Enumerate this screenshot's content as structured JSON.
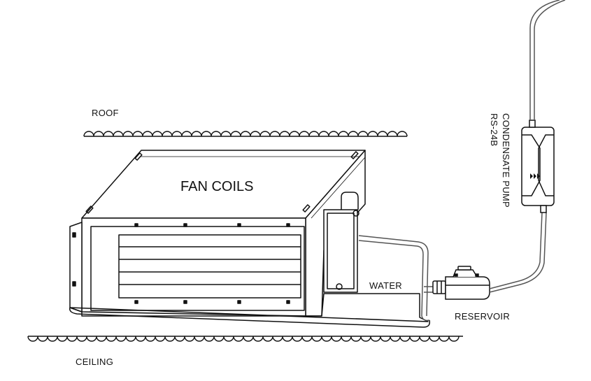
{
  "labels": {
    "roof": "ROOF",
    "ceiling": "CEILING",
    "fan_coils": "FAN COILS",
    "water": "WATER",
    "reservoir": "RESERVOIR",
    "pump_name": "CONDENSATE PUMP",
    "pump_model": "RS-24B"
  },
  "colors": {
    "line": "#111111",
    "pipe": "#555555",
    "background": "#ffffff"
  }
}
